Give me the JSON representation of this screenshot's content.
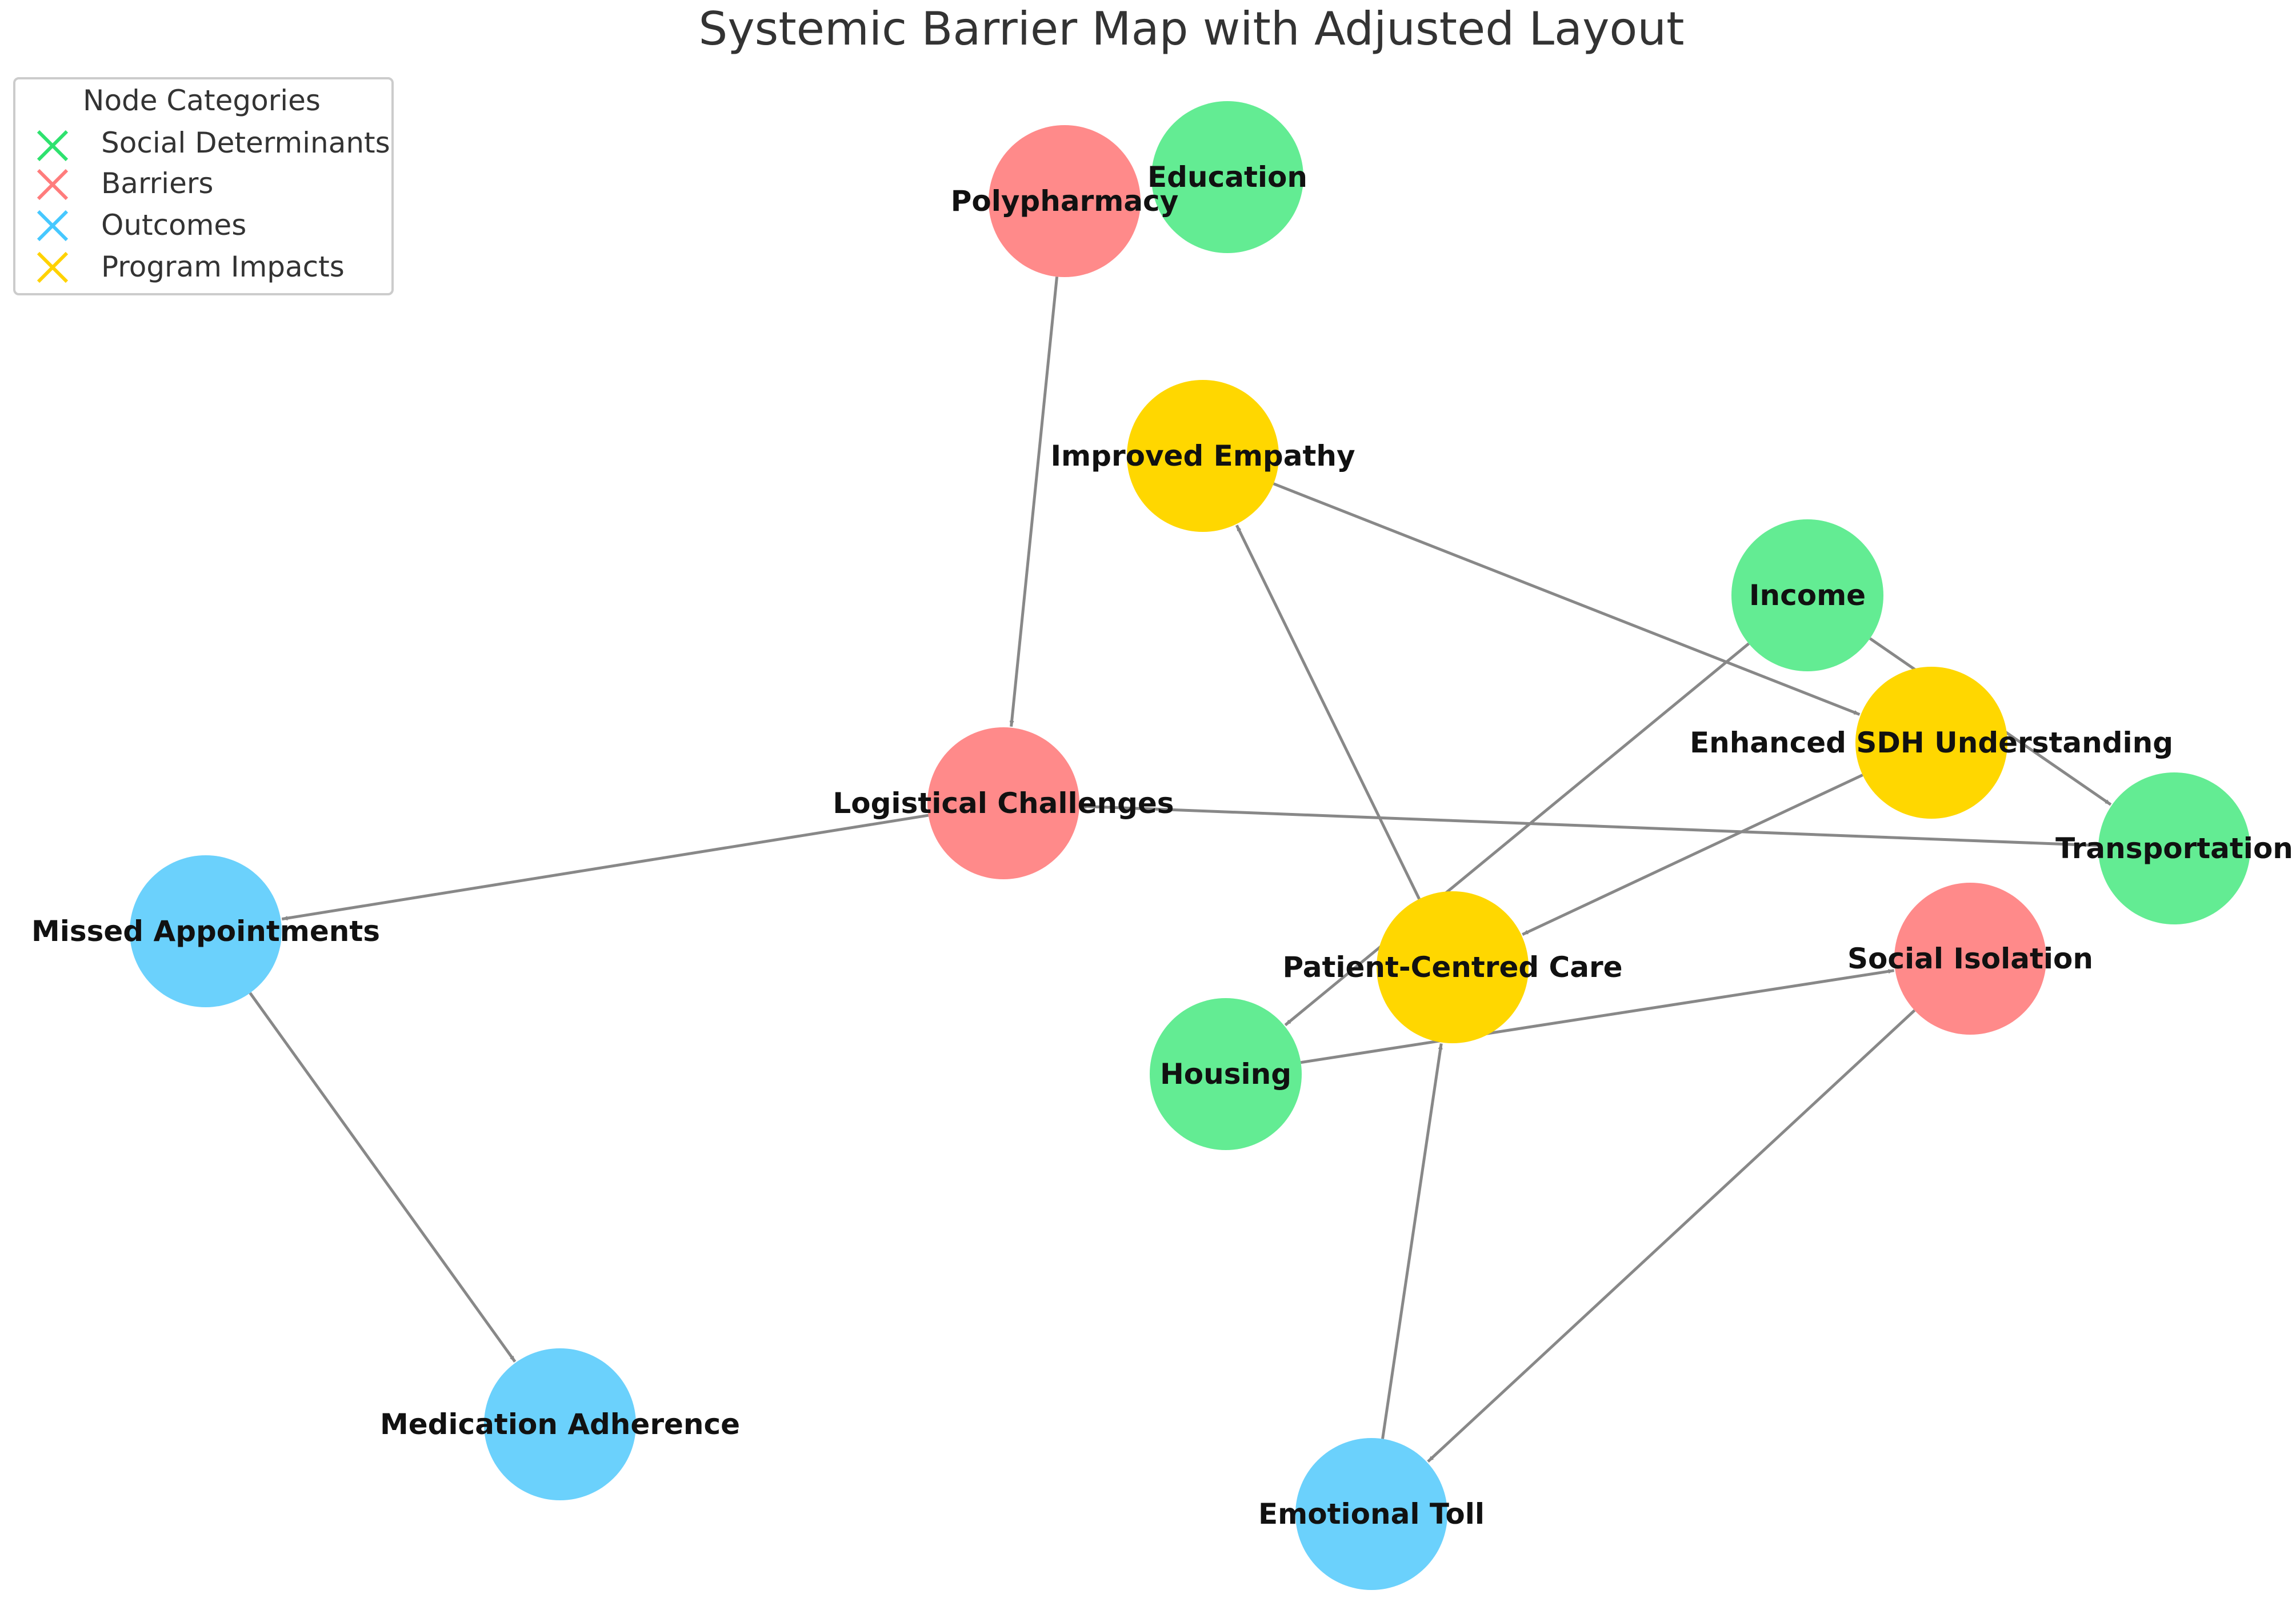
{
  "title": "Systemic Barrier Map with Adjusted Layout",
  "legend": {
    "title": "Node Categories",
    "items": [
      {
        "label": "Social Determinants",
        "color": "#2ee26e"
      },
      {
        "label": "Barriers",
        "color": "#ff7c7c"
      },
      {
        "label": "Outcomes",
        "color": "#46c8ff"
      },
      {
        "label": "Program Impacts",
        "color": "#ffd200"
      }
    ]
  },
  "categories": {
    "social": {
      "color": "#63ec93"
    },
    "barrier": {
      "color": "#ff8a8a"
    },
    "outcome": {
      "color": "#6bd1fc"
    },
    "impact": {
      "color": "#ffd700"
    }
  },
  "nodes": [
    {
      "id": "education",
      "label": "Education",
      "category": "social"
    },
    {
      "id": "polypharmacy",
      "label": "Polypharmacy",
      "category": "barrier"
    },
    {
      "id": "improved-empathy",
      "label": "Improved Empathy",
      "category": "impact"
    },
    {
      "id": "income",
      "label": "Income",
      "category": "social"
    },
    {
      "id": "enhanced-sdh",
      "label": "Enhanced SDH Understanding",
      "category": "impact"
    },
    {
      "id": "logistical",
      "label": "Logistical Challenges",
      "category": "barrier"
    },
    {
      "id": "transportation",
      "label": "Transportation",
      "category": "social"
    },
    {
      "id": "missed",
      "label": "Missed Appointments",
      "category": "outcome"
    },
    {
      "id": "patient-centred",
      "label": "Patient-Centred Care",
      "category": "impact"
    },
    {
      "id": "social-isolation",
      "label": "Social Isolation",
      "category": "barrier"
    },
    {
      "id": "housing",
      "label": "Housing",
      "category": "social"
    },
    {
      "id": "medication",
      "label": "Medication Adherence",
      "category": "outcome"
    },
    {
      "id": "emotional",
      "label": "Emotional Toll",
      "category": "outcome"
    }
  ],
  "edges": [
    {
      "from": "polypharmacy",
      "to": "logistical"
    },
    {
      "from": "improved-empathy",
      "to": "enhanced-sdh"
    },
    {
      "from": "income",
      "to": "housing"
    },
    {
      "from": "income",
      "to": "transportation"
    },
    {
      "from": "enhanced-sdh",
      "to": "patient-centred"
    },
    {
      "from": "transportation",
      "to": "logistical"
    },
    {
      "from": "logistical",
      "to": "missed"
    },
    {
      "from": "missed",
      "to": "medication"
    },
    {
      "from": "patient-centred",
      "to": "improved-empathy"
    },
    {
      "from": "housing",
      "to": "social-isolation"
    },
    {
      "from": "social-isolation",
      "to": "emotional"
    },
    {
      "from": "emotional",
      "to": "patient-centred"
    }
  ]
}
